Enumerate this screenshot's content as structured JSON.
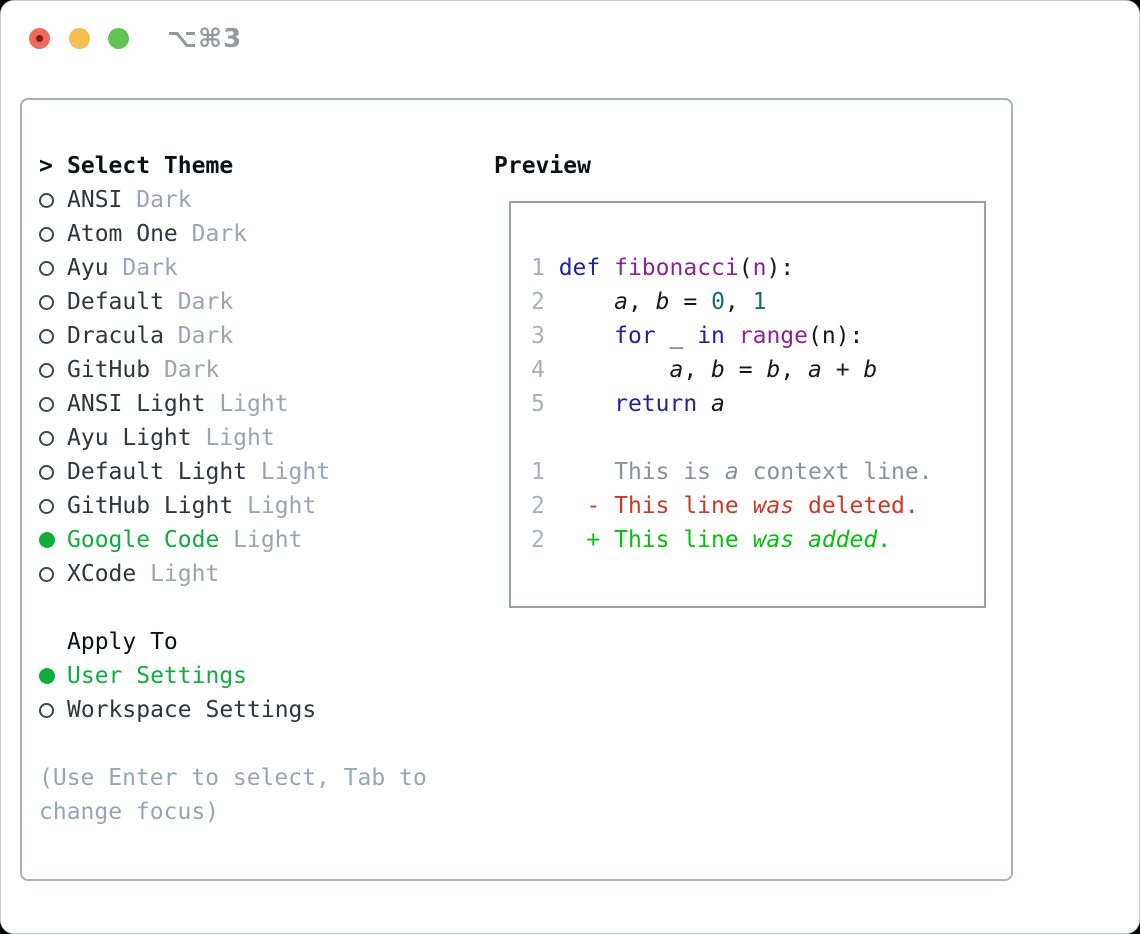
{
  "window": {
    "title": "⌥⌘3",
    "traffic_lights": [
      "close",
      "minimize",
      "zoom"
    ]
  },
  "colors": {
    "selected_green": "#10ac3e",
    "muted_gray": "#9ba4b1",
    "text_dark": "#30363d",
    "keyword_blue": "#22229e",
    "function_purple": "#8d2590",
    "literal_teal": "#166e6e",
    "diff_deleted_red": "#c73a28",
    "diff_added_green": "#05c00c",
    "panel_border": "#a9b1bb"
  },
  "theme_picker": {
    "prompt": ">",
    "header": "Select Theme",
    "themes": [
      {
        "name": "ANSI",
        "variant": "Dark",
        "selected": false
      },
      {
        "name": "Atom One",
        "variant": "Dark",
        "selected": false
      },
      {
        "name": "Ayu",
        "variant": "Dark",
        "selected": false
      },
      {
        "name": "Default",
        "variant": "Dark",
        "selected": false
      },
      {
        "name": "Dracula",
        "variant": "Dark",
        "selected": false
      },
      {
        "name": "GitHub",
        "variant": "Dark",
        "selected": false
      },
      {
        "name": "ANSI Light",
        "variant": "Light",
        "selected": false
      },
      {
        "name": "Ayu Light",
        "variant": "Light",
        "selected": false
      },
      {
        "name": "Default Light",
        "variant": "Light",
        "selected": false
      },
      {
        "name": "GitHub Light",
        "variant": "Light",
        "selected": false
      },
      {
        "name": "Google Code",
        "variant": "Light",
        "selected": true
      },
      {
        "name": "XCode",
        "variant": "Light",
        "selected": false
      }
    ]
  },
  "apply_to": {
    "label": "Apply To",
    "options": [
      {
        "name": "User Settings",
        "selected": true
      },
      {
        "name": "Workspace Settings",
        "selected": false
      }
    ]
  },
  "help": {
    "lines": [
      "(Use Enter to select, Tab to",
      "change focus)"
    ]
  },
  "preview": {
    "heading": "Preview",
    "lines": [
      {
        "num": "1",
        "tokens": [
          [
            "kw",
            "def"
          ],
          [
            "pl",
            " "
          ],
          [
            "fn",
            "fibonacci"
          ],
          [
            "pl",
            "("
          ],
          [
            "fn",
            "n"
          ],
          [
            "pl",
            "):"
          ]
        ]
      },
      {
        "num": "2",
        "tokens": [
          [
            "pl",
            "    "
          ],
          [
            "var",
            "a"
          ],
          [
            "pl",
            ", "
          ],
          [
            "var",
            "b"
          ],
          [
            "pl",
            " = "
          ],
          [
            "lit",
            "0"
          ],
          [
            "pl",
            ", "
          ],
          [
            "lit",
            "1"
          ]
        ]
      },
      {
        "num": "3",
        "tokens": [
          [
            "pl",
            "    "
          ],
          [
            "kw",
            "for"
          ],
          [
            "pl",
            " _ "
          ],
          [
            "kw",
            "in"
          ],
          [
            "pl",
            " "
          ],
          [
            "fn",
            "range"
          ],
          [
            "pl",
            "(n):"
          ]
        ]
      },
      {
        "num": "4",
        "tokens": [
          [
            "pl",
            "        "
          ],
          [
            "var",
            "a"
          ],
          [
            "pl",
            ", "
          ],
          [
            "var",
            "b"
          ],
          [
            "pl",
            " = "
          ],
          [
            "var",
            "b"
          ],
          [
            "pl",
            ", "
          ],
          [
            "var",
            "a"
          ],
          [
            "pl",
            " + "
          ],
          [
            "var",
            "b"
          ]
        ]
      },
      {
        "num": "5",
        "tokens": [
          [
            "pl",
            "    "
          ],
          [
            "kw",
            "return"
          ],
          [
            "pl",
            " "
          ],
          [
            "var",
            "a"
          ]
        ]
      },
      {
        "num": "",
        "tokens": []
      },
      {
        "num": "1",
        "tokens": [
          [
            "ctx",
            "    This is "
          ],
          [
            "ctx it",
            "a"
          ],
          [
            "ctx",
            " context line."
          ]
        ]
      },
      {
        "num": "2",
        "tokens": [
          [
            "del",
            "  - This line "
          ],
          [
            "del it",
            "was"
          ],
          [
            "del",
            " deleted."
          ]
        ]
      },
      {
        "num": "2",
        "tokens": [
          [
            "add",
            "  + This line "
          ],
          [
            "add it",
            "was"
          ],
          [
            "add",
            " "
          ],
          [
            "add it",
            "added"
          ],
          [
            "add",
            "."
          ]
        ]
      }
    ]
  }
}
